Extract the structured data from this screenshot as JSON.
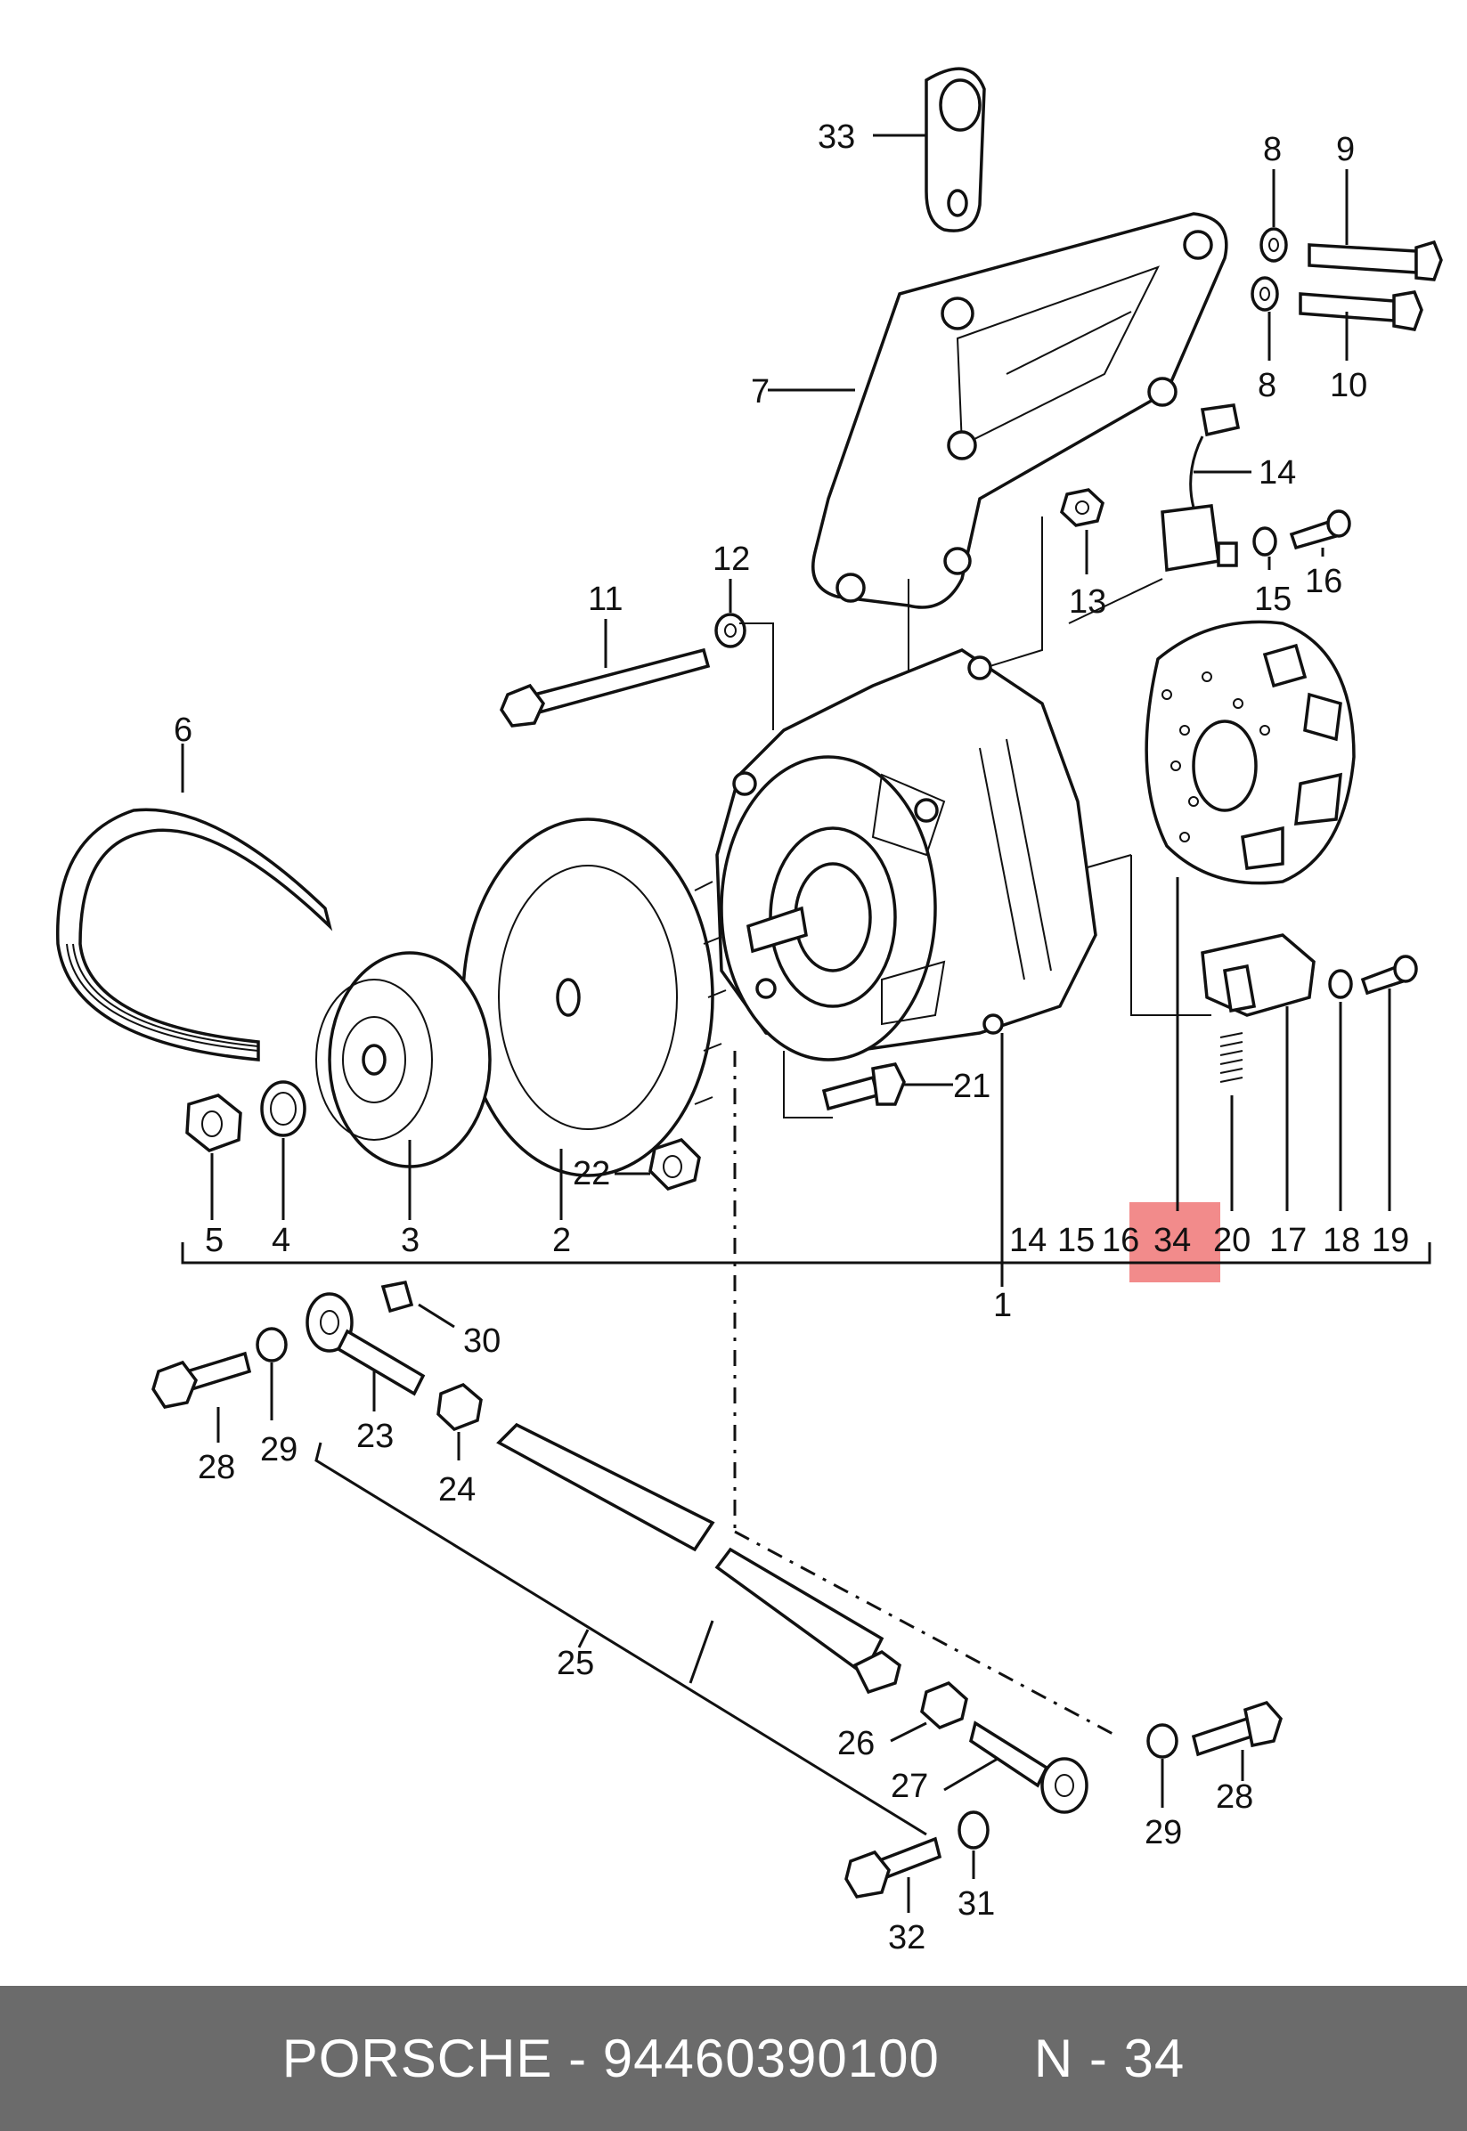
{
  "labels": {
    "l1": "1",
    "l2": "2",
    "l3": "3",
    "l4": "4",
    "l5": "5",
    "l6": "6",
    "l7": "7",
    "l8a": "8",
    "l8b": "8",
    "l9": "9",
    "l10": "10",
    "l11": "11",
    "l12": "12",
    "l13": "13",
    "l14a": "14",
    "l14b": "14",
    "l15a": "15",
    "l15b": "15",
    "l16a": "16",
    "l16b": "16",
    "l17": "17",
    "l18": "18",
    "l19": "19",
    "l20": "20",
    "l21": "21",
    "l22": "22",
    "l23": "23",
    "l24": "24",
    "l25": "25",
    "l26": "26",
    "l27": "27",
    "l28a": "28",
    "l28b": "28",
    "l29a": "29",
    "l29b": "29",
    "l30": "30",
    "l31": "31",
    "l32": "32",
    "l33": "33",
    "l34": "34"
  },
  "highlight": {
    "part_number": "34",
    "color": "#f28b8b"
  },
  "footer": {
    "brand": "PORSCHE",
    "separator": "-",
    "part_no": "94460390100",
    "ref": "N - 34",
    "background": "#6b6b6b"
  }
}
